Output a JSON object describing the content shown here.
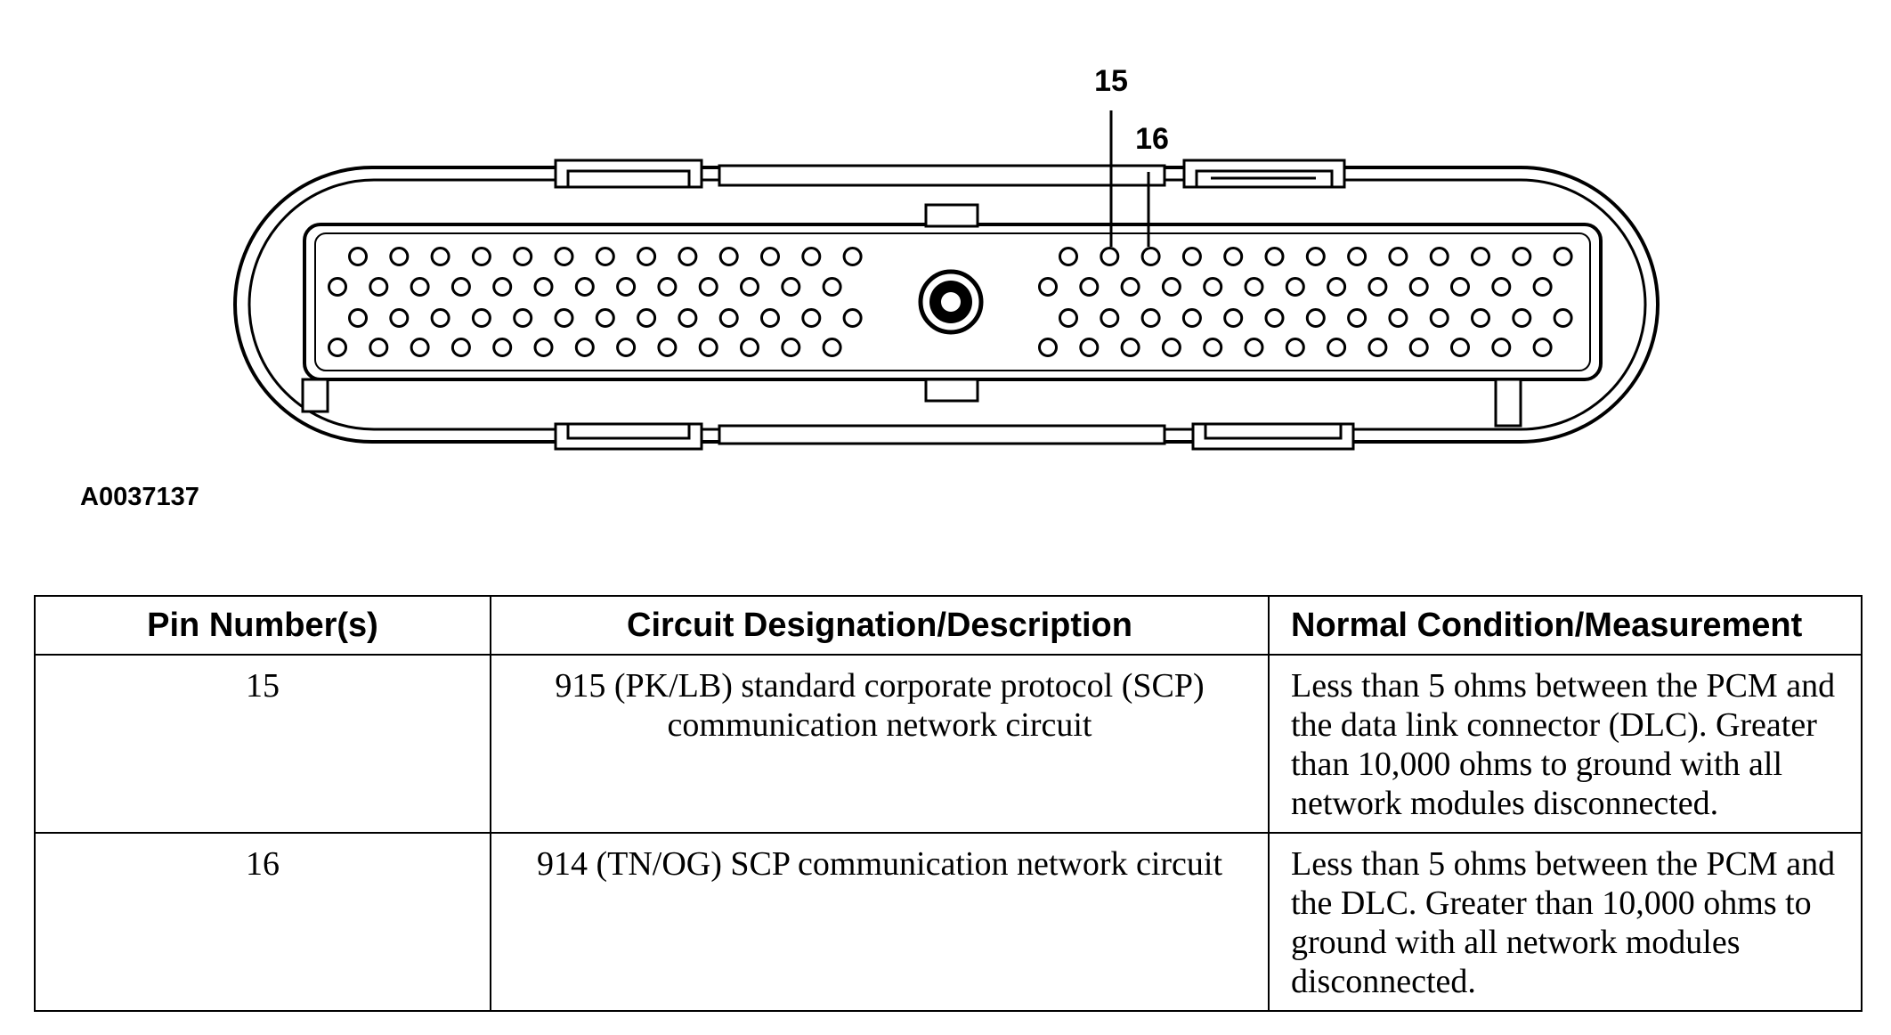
{
  "diagram": {
    "callouts": [
      {
        "label": "15"
      },
      {
        "label": "16"
      }
    ],
    "figure_id": "A0037137"
  },
  "table": {
    "headers": [
      "Pin Number(s)",
      "Circuit Designation/Description",
      "Normal Condition/Measurement"
    ],
    "rows": [
      {
        "pin": "15",
        "circuit": "915 (PK/LB) standard corporate protocol (SCP) communication network circuit",
        "condition": "Less than 5 ohms between the PCM and the data link connector (DLC). Greater than 10,000 ohms to ground with all network modules disconnected."
      },
      {
        "pin": "16",
        "circuit": "914 (TN/OG) SCP communication network circuit",
        "condition": "Less than 5 ohms between the PCM and the DLC. Greater than 10,000 ohms to ground with all network modules disconnected."
      }
    ]
  }
}
